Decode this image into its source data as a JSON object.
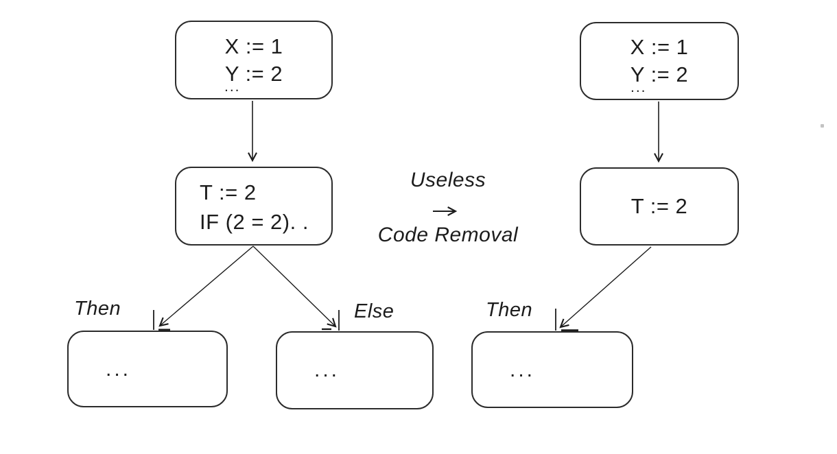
{
  "colors": {
    "ink": "#1c1c1c",
    "background": "#ffffff"
  },
  "transform": {
    "top_label": "Useless",
    "bottom_label": "Code Removal",
    "arrow_icon": "right-arrow"
  },
  "before": {
    "init_box": {
      "line1": "X := 1",
      "line2": "Y := 2",
      "cont": "..."
    },
    "cond_box": {
      "line1": "T := 2",
      "line2": "IF (2 = 2). ."
    },
    "then_label": "Then",
    "else_label": "Else",
    "then_box": {
      "content": "..."
    },
    "else_box": {
      "content": "..."
    }
  },
  "after": {
    "init_box": {
      "line1": "X := 1",
      "line2": "Y := 2",
      "cont": "..."
    },
    "assign_box": {
      "line1": "T := 2"
    },
    "then_label": "Then",
    "then_box": {
      "content": "..."
    }
  }
}
